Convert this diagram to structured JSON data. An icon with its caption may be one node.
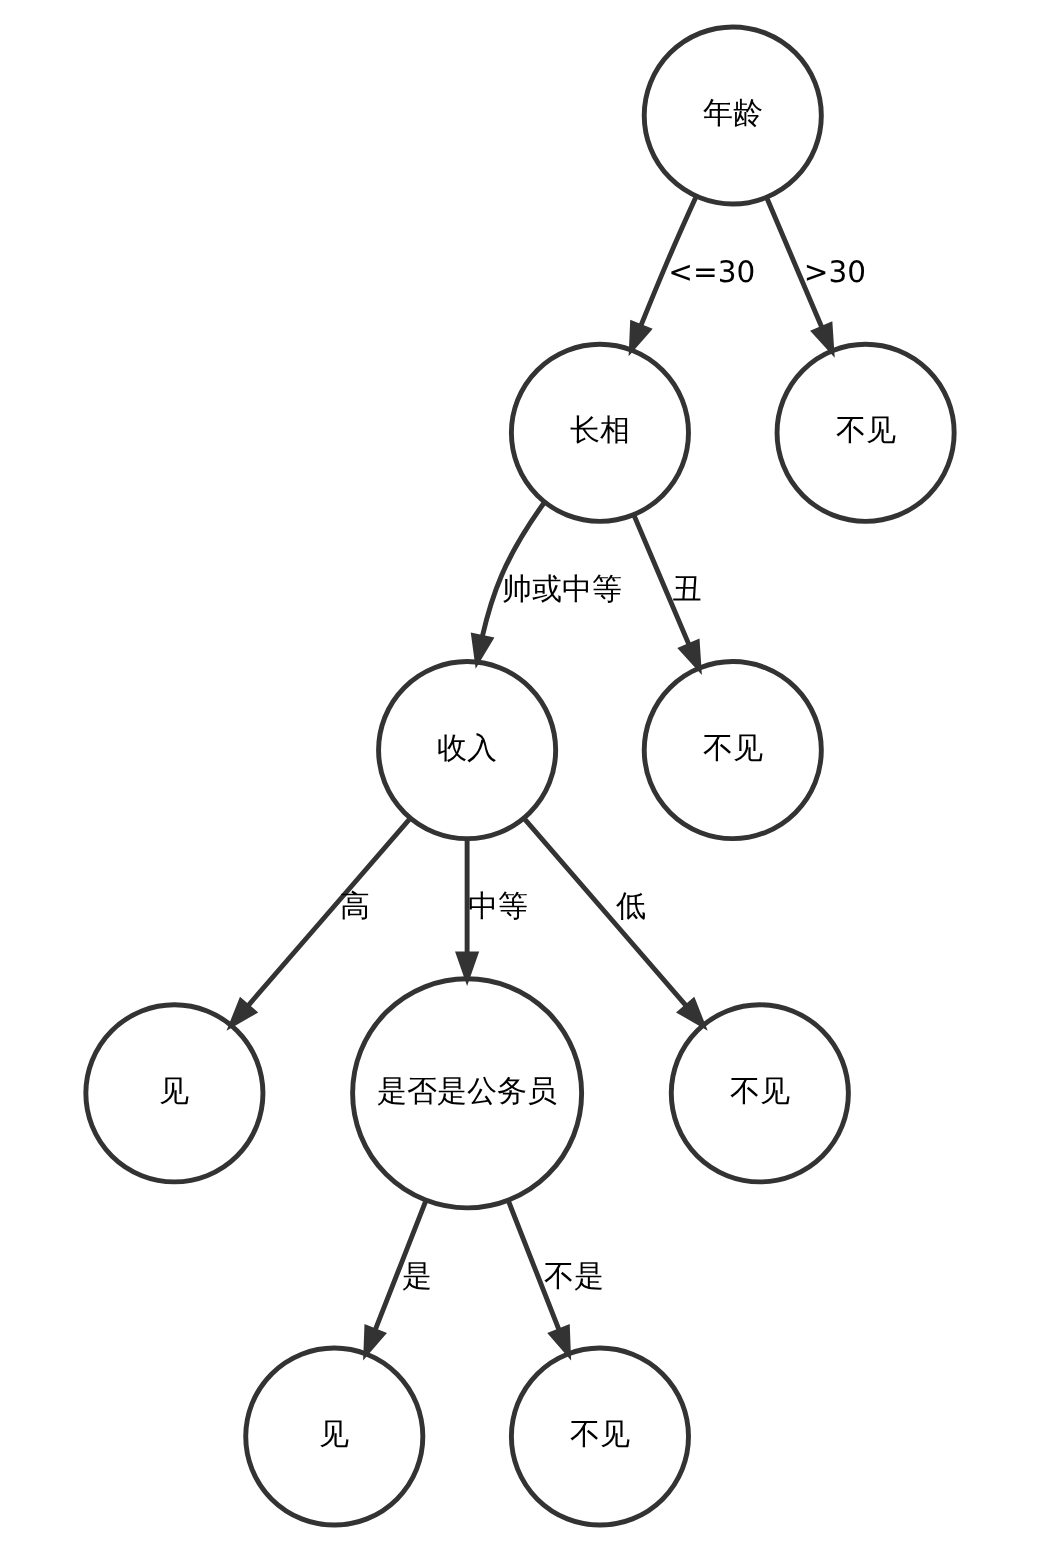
{
  "diagram": {
    "nodes": [
      {
        "text": [
          "年龄"
        ]
      },
      {
        "text": [
          "长相"
        ]
      },
      {
        "text": [
          "不见"
        ]
      },
      {
        "text": [
          "收入"
        ]
      },
      {
        "text": [
          "不见"
        ]
      },
      {
        "text": [
          "见"
        ]
      },
      {
        "text": [
          "是否是公务员"
        ]
      },
      {
        "text": [
          "不见"
        ]
      },
      {
        "text": [
          "见"
        ]
      },
      {
        "text": [
          "不见"
        ]
      }
    ],
    "edges": [
      {
        "from": 0,
        "to": 1,
        "arrow": "to",
        "label": "<=30"
      },
      {
        "from": 0,
        "to": 2,
        "arrow": "to",
        "label": ">30"
      },
      {
        "from": 1,
        "to": 3,
        "arrow": "to",
        "label": "帅或中等"
      },
      {
        "from": 1,
        "to": 4,
        "arrow": "to",
        "label": "丑"
      },
      {
        "from": 3,
        "to": 5,
        "arrow": "to",
        "label": "高"
      },
      {
        "from": 3,
        "to": 6,
        "arrow": "to",
        "label": "中等"
      },
      {
        "from": 3,
        "to": 7,
        "arrow": "to",
        "label": "低"
      },
      {
        "from": 6,
        "to": 8,
        "arrow": "to",
        "label": "是"
      },
      {
        "from": 6,
        "to": 9,
        "arrow": "to",
        "label": "不是"
      }
    ]
  }
}
